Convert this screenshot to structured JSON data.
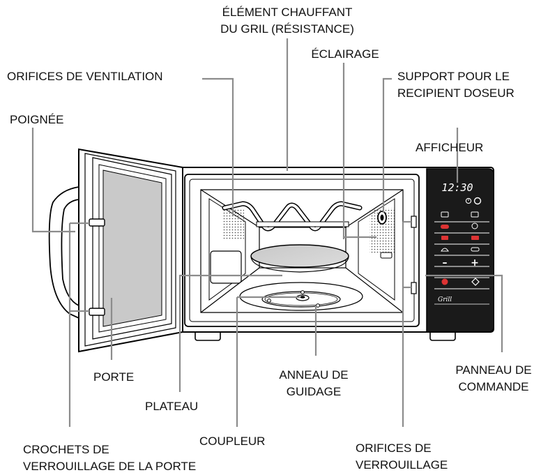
{
  "labels": {
    "grill_element": {
      "line1": "ÉLÉMENT CHAUFFANT",
      "line2": "DU GRIL (RÉSISTANCE)"
    },
    "lighting": "ÉCLAIRAGE",
    "vent_holes": "ORIFICES DE VENTILATION",
    "cup_holder": {
      "line1": "SUPPORT POUR LE",
      "line2": "RECIPIENT DOSEUR"
    },
    "handle": "POIGNÉE",
    "display": "AFFICHEUR",
    "door": "PORTE",
    "guide_ring": {
      "line1": "ANNEAU DE",
      "line2": "GUIDAGE"
    },
    "control_panel": {
      "line1": "PANNEAU DE",
      "line2": "COMMANDE"
    },
    "turntable": "PLATEAU",
    "coupler": "COUPLEUR",
    "door_hooks": {
      "line1": "CROCHETS DE",
      "line2": "VERROUILLAGE DE LA PORTE"
    },
    "lock_holes": {
      "line1": "ORIFICES DE",
      "line2": "VERROUILLAGE"
    }
  },
  "panel": {
    "clock": "12:30",
    "brand": "Grill",
    "minus": "–",
    "plus": "+"
  }
}
